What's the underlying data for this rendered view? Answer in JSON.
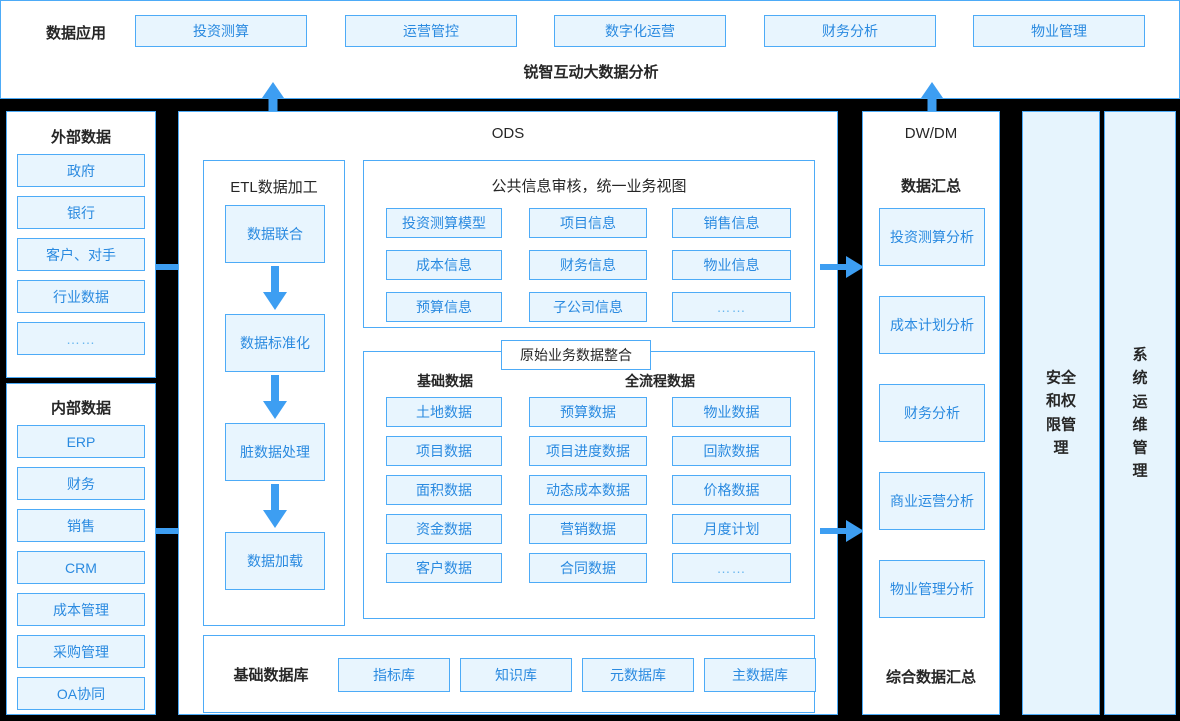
{
  "colors": {
    "accent": "#4dabf7",
    "chip_fill": "#e8f5fe",
    "chip_text": "#2a8ae0",
    "band_fill": "#e6f4fd",
    "arrow": "#3d9ef2",
    "separator": "#000000",
    "text": "#262626"
  },
  "header": {
    "label": "数据应用",
    "apps": [
      "投资测算",
      "运营管控",
      "数字化运营",
      "财务分析",
      "物业管理"
    ],
    "title": "锐智互动大数据分析"
  },
  "external": {
    "title": "外部数据",
    "items": [
      "政府",
      "银行",
      "客户、对手",
      "行业数据",
      "……"
    ]
  },
  "internal": {
    "title": "内部数据",
    "items": [
      "ERP",
      "财务",
      "销售",
      "CRM",
      "成本管理",
      "采购管理",
      "OA协同"
    ]
  },
  "ods": {
    "title": "ODS",
    "etl": {
      "title": "ETL数据加工",
      "steps": [
        "数据联合",
        "数据标准化",
        "脏数据处理",
        "数据加载"
      ]
    },
    "public_info": {
      "title": "公共信息审核，统一业务视图",
      "items": [
        "投资测算模型",
        "项目信息",
        "销售信息",
        "成本信息",
        "财务信息",
        "物业信息",
        "预算信息",
        "子公司信息",
        "……"
      ]
    },
    "raw": {
      "title": "原始业务数据整合",
      "basic_label": "基础数据",
      "basic_items": [
        "土地数据",
        "项目数据",
        "面积数据",
        "资金数据",
        "客户数据"
      ],
      "flow_label": "全流程数据",
      "flow_items": [
        "预算数据",
        "物业数据",
        "项目进度数据",
        "回款数据",
        "动态成本数据",
        "价格数据",
        "营销数据",
        "月度计划",
        "合同数据",
        "……"
      ]
    },
    "basedb": {
      "label": "基础数据库",
      "items": [
        "指标库",
        "知识库",
        "元数据库",
        "主数据库"
      ]
    }
  },
  "dwdm": {
    "title": "DW/DM",
    "subtitle": "数据汇总",
    "items": [
      "投资测算分析",
      "成本计划分析",
      "财务分析",
      "商业运营分析",
      "物业管理分析"
    ],
    "footer": "综合数据汇总"
  },
  "security": {
    "title": "安全和权限管理"
  },
  "operations": {
    "title": "系统运维管理"
  },
  "icons": {
    "arrow_right": "arrow-right-icon",
    "arrow_up": "arrow-up-icon",
    "arrow_down": "arrow-down-icon"
  }
}
